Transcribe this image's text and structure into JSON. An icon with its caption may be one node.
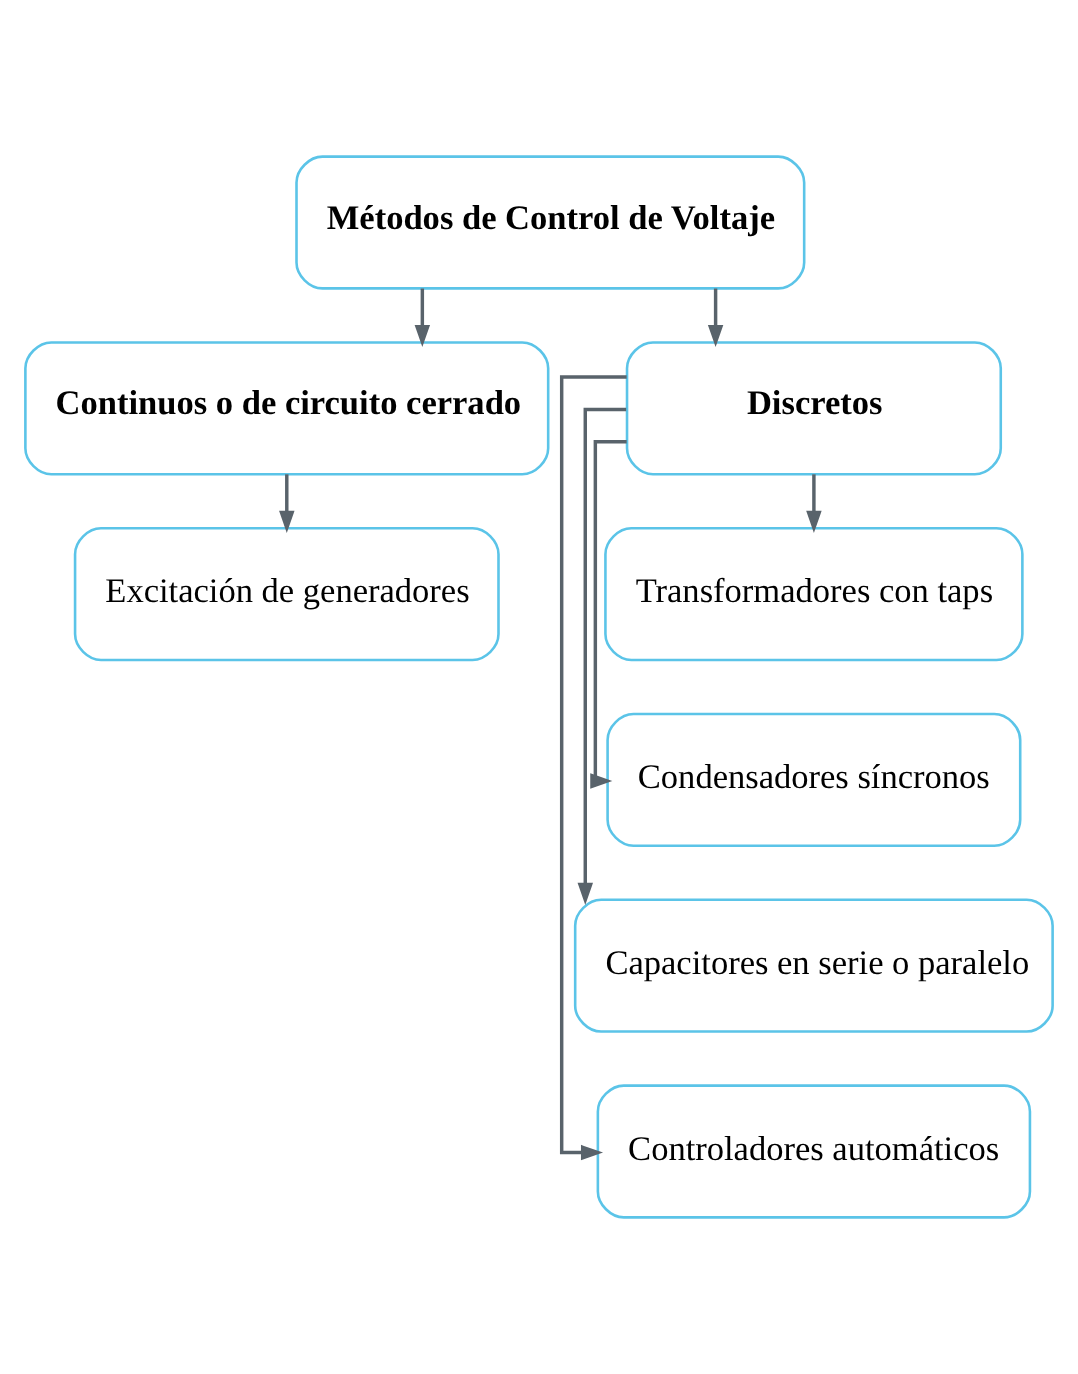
{
  "diagram": {
    "nodes": [
      {
        "text": [
          "Métodos de Control de Voltaje"
        ]
      },
      {
        "text": [
          "Continuos o de circuito cerrado"
        ]
      },
      {
        "text": [
          "Discretos"
        ]
      },
      {
        "text": [
          "Excitación de generadores"
        ]
      },
      {
        "text": [
          "Transformadores con taps"
        ]
      },
      {
        "text": [
          "Condensadores síncronos"
        ]
      },
      {
        "text": [
          "Capacitores en serie o paralelo"
        ]
      },
      {
        "text": [
          "Controladores automáticos"
        ]
      }
    ],
    "edges": [
      {
        "from": 0,
        "to": 1,
        "arrow": "to"
      },
      {
        "from": 0,
        "to": 2,
        "arrow": "to"
      },
      {
        "from": 1,
        "to": 3,
        "arrow": "to"
      },
      {
        "from": 2,
        "to": 4,
        "arrow": "to"
      },
      {
        "from": 2,
        "to": 5,
        "arrow": "to"
      },
      {
        "from": 2,
        "to": 6,
        "arrow": "to"
      },
      {
        "from": 2,
        "to": 7,
        "arrow": "to"
      }
    ]
  }
}
